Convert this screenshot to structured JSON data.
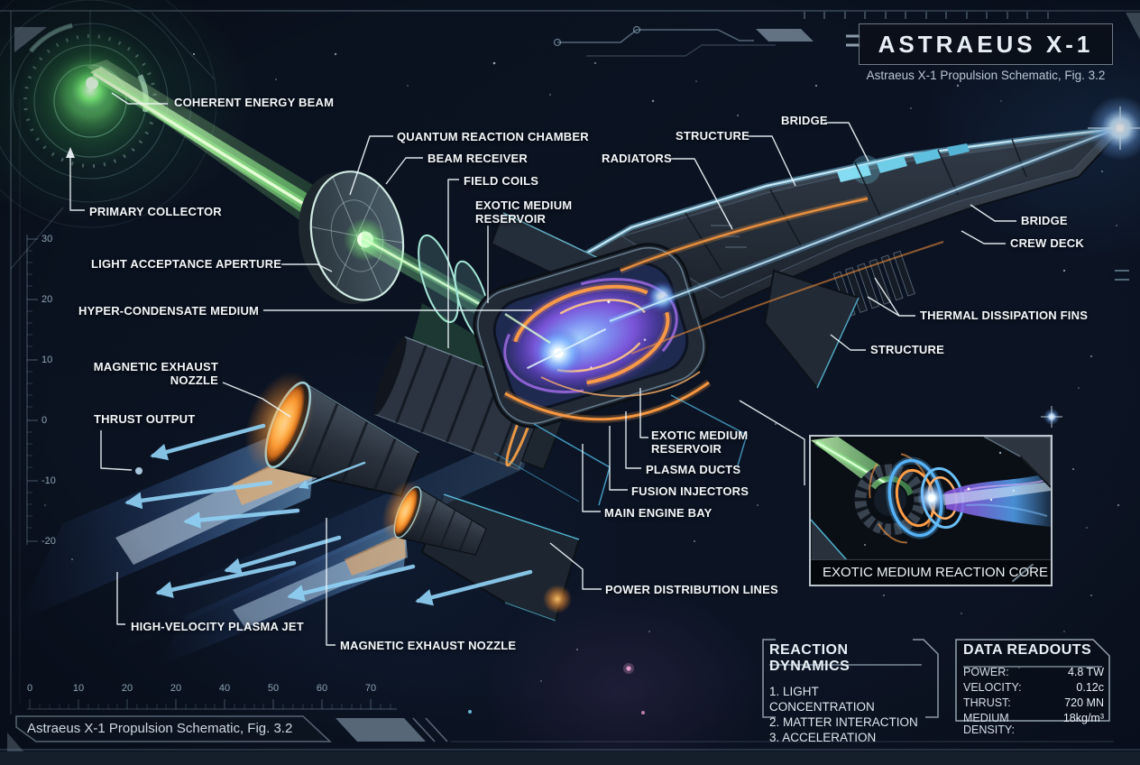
{
  "header": {
    "title": "ASTRAEUS X-1",
    "subtitle": "Astraeus X-1 Propulsion Schematic, Fig. 3.2"
  },
  "footer": {
    "caption": "Astraeus X-1 Propulsion Schematic, Fig. 3.2"
  },
  "labels": [
    {
      "id": "coherent-energy-beam",
      "text": "COHERENT ENERGY BEAM"
    },
    {
      "id": "primary-collector",
      "text": "PRIMARY COLLECTOR"
    },
    {
      "id": "quantum-reaction-chamber",
      "text": "QUANTUM REACTION CHAMBER"
    },
    {
      "id": "beam-receiver",
      "text": "BEAM RECEIVER"
    },
    {
      "id": "field-coils",
      "text": "FIELD COILS"
    },
    {
      "id": "exotic-medium-reservoir-top",
      "text": "EXOTIC MEDIUM RESERVOIR"
    },
    {
      "id": "radiators",
      "text": "RADIATORS"
    },
    {
      "id": "structure-top",
      "text": "STRUCTURE"
    },
    {
      "id": "bridge-top",
      "text": "BRIDGE"
    },
    {
      "id": "bridge-right",
      "text": "BRIDGE"
    },
    {
      "id": "crew-deck",
      "text": "CREW DECK"
    },
    {
      "id": "thermal-dissipation-fins",
      "text": "THERMAL DISSIPATION FINS"
    },
    {
      "id": "structure-right",
      "text": "STRUCTURE"
    },
    {
      "id": "light-acceptance-aperture",
      "text": "LIGHT ACCEPTANCE APERTURE"
    },
    {
      "id": "hyper-condensate-medium",
      "text": "HYPER-CONDENSATE MEDIUM"
    },
    {
      "id": "magnetic-exhaust-nozzle-upper",
      "text": "MAGNETIC EXHAUST NOZZLE"
    },
    {
      "id": "thrust-output",
      "text": "THRUST OUTPUT"
    },
    {
      "id": "exotic-medium-reservoir-mid",
      "text": "EXOTIC MEDIUM RESERVOIR"
    },
    {
      "id": "plasma-ducts",
      "text": "PLASMA DUCTS"
    },
    {
      "id": "fusion-injectors",
      "text": "FUSION INJECTORS"
    },
    {
      "id": "main-engine-bay",
      "text": "MAIN ENGINE BAY"
    },
    {
      "id": "power-distribution-lines",
      "text": "POWER DISTRIBUTION LINES"
    },
    {
      "id": "high-velocity-plasma-jet",
      "text": "HIGH-VELOCITY PLASMA JET"
    },
    {
      "id": "magnetic-exhaust-nozzle-lower",
      "text": "MAGNETIC EXHAUST NOZZLE"
    }
  ],
  "inset": {
    "caption": "EXOTIC MEDIUM REACTION CORE"
  },
  "panels": {
    "reaction_dynamics": {
      "title": "REACTION DYNAMICS",
      "items": [
        "1. LIGHT CONCENTRATION",
        "2. MATTER INTERACTION",
        "3. ACCELERATION"
      ]
    },
    "data_readouts": {
      "title": "DATA READOUTS",
      "rows": [
        {
          "label": "POWER:",
          "value": "4.8 TW"
        },
        {
          "label": "VELOCITY:",
          "value": "0.12c"
        },
        {
          "label": "THRUST:",
          "value": "720 MN"
        },
        {
          "label": "MEDIUM DENSITY:",
          "value": "18kg/m³"
        }
      ]
    }
  },
  "rulers": {
    "vertical": {
      "labels": [
        "30",
        "20",
        "10",
        "0",
        "-10",
        "-20"
      ]
    },
    "horizontal": {
      "labels": [
        "0",
        "10",
        "20",
        "20",
        "40",
        "50",
        "60",
        "70"
      ]
    }
  },
  "colors": {
    "beam_green": "#5ce86a",
    "plasma_cyan": "#8fd0f4",
    "conduit_orange": "#ff9b40",
    "core_purple": "#8a5cf0",
    "label_white": "#f3f7fa"
  }
}
